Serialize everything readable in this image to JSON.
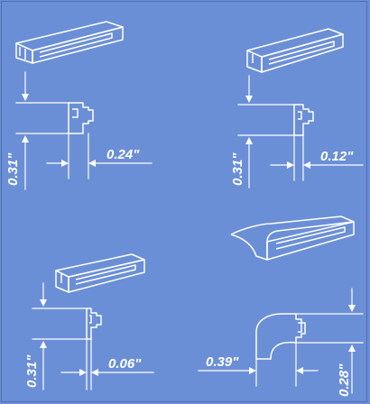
{
  "diagram": {
    "bg_color": "#6b8fd6",
    "line_color": "#ffffff",
    "panels": [
      {
        "id": "top-left",
        "height_dim": "0.31\"",
        "width_dim": "0.24\""
      },
      {
        "id": "top-right",
        "height_dim": "0.31\"",
        "width_dim": "0.12\""
      },
      {
        "id": "bottom-left",
        "height_dim": "0.31\"",
        "width_dim": "0.06\""
      },
      {
        "id": "bottom-right",
        "height_dim": "0.28\"",
        "width_dim": "0.39\""
      }
    ]
  }
}
